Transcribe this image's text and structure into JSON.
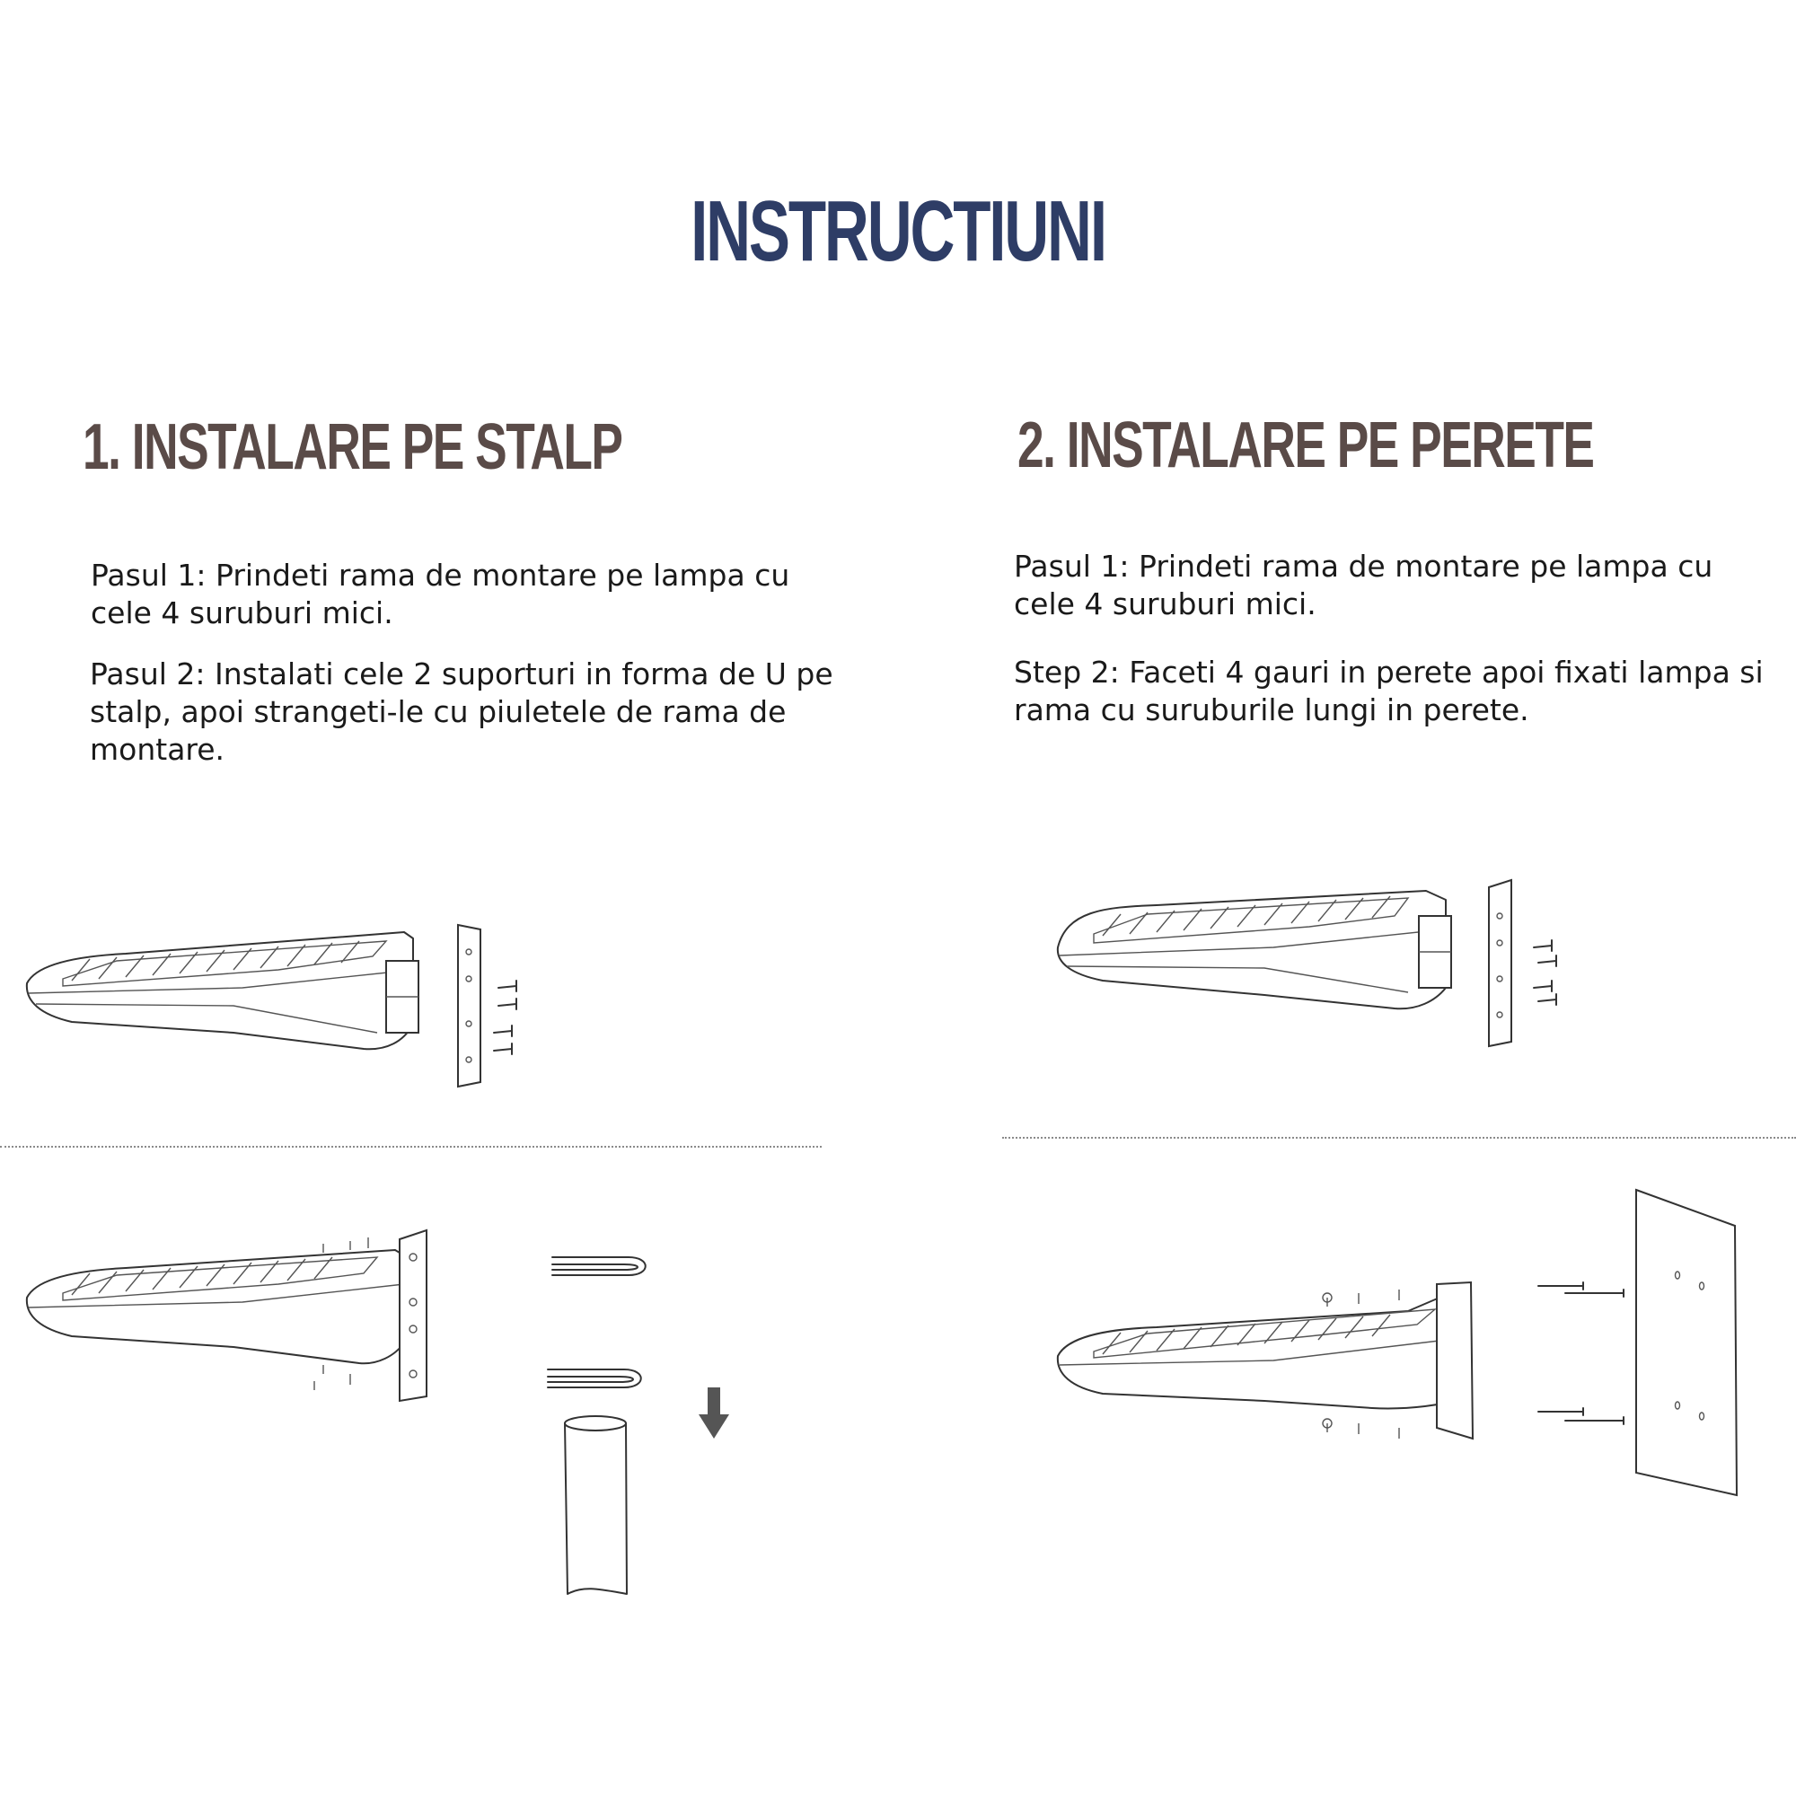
{
  "colors": {
    "title": "#2e3d66",
    "section_title": "#5a4b48",
    "text": "#1a1a1a",
    "arrow": "#555555"
  },
  "title": "INSTRUCTIUNI",
  "sections": [
    {
      "heading": "1. INSTALARE PE STALP",
      "steps": [
        "Pasul 1: Prindeti rama de montare pe lampa cu cele 4 suruburi mici.",
        "Pasul 2: Instalati cele 2 suporturi in forma de U pe stalp, apoi strangeti-le cu piuletele  de rama de montare."
      ]
    },
    {
      "heading": "2. INSTALARE PE PERETE",
      "steps": [
        "Pasul 1: Prindeti rama de montare pe lampa cu cele 4 suruburi mici.",
        "Step 2: Faceti 4 gauri in perete apoi fixati lampa si rama cu suruburile lungi in perete."
      ]
    }
  ],
  "figures": [
    {
      "name": "lamp-with-mount-frame-and-screws",
      "icon": "lamp-drawing"
    },
    {
      "name": "lamp-with-u-brackets-and-pole",
      "icon": "pole-drawing",
      "arrow": "down-arrow-icon"
    },
    {
      "name": "lamp-with-mount-frame-and-screws-wall",
      "icon": "lamp-drawing"
    },
    {
      "name": "lamp-fixed-to-wall-with-long-screws",
      "icon": "wall-drawing"
    }
  ]
}
